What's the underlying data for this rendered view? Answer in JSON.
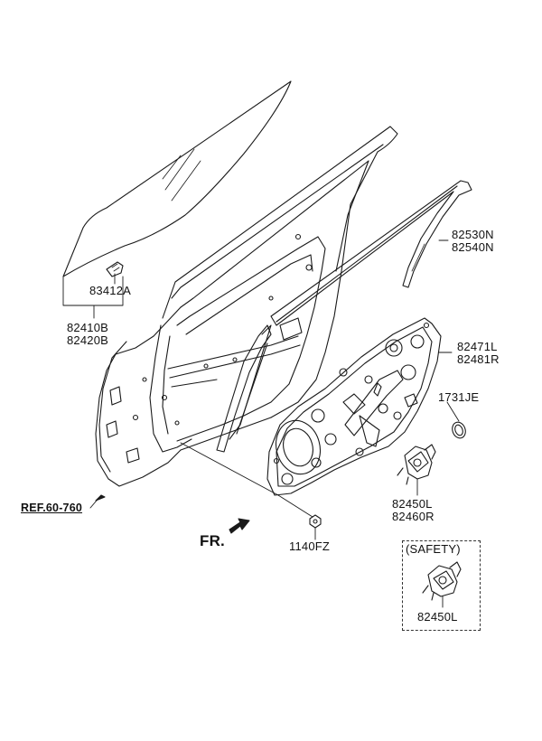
{
  "parts": [
    {
      "id": "glass-clip",
      "code": "83412A"
    },
    {
      "id": "door-glass",
      "codes": [
        "82410B",
        "82420B"
      ]
    },
    {
      "id": "glass-run",
      "codes": [
        "82530N",
        "82540N"
      ]
    },
    {
      "id": "door-module-panel",
      "codes": [
        "82471L",
        "82481R"
      ]
    },
    {
      "id": "plug",
      "code": "1731JE"
    },
    {
      "id": "regulator-motor",
      "codes": [
        "82450L",
        "82460R"
      ]
    },
    {
      "id": "nut",
      "code": "1140FZ"
    },
    {
      "id": "safety-motor",
      "code": "82450L"
    }
  ],
  "ref_label": "REF.60-760",
  "front_label": "FR.",
  "safety_label": "(SAFETY)",
  "colors": {
    "line": "#1a1a1a",
    "background": "#ffffff"
  }
}
